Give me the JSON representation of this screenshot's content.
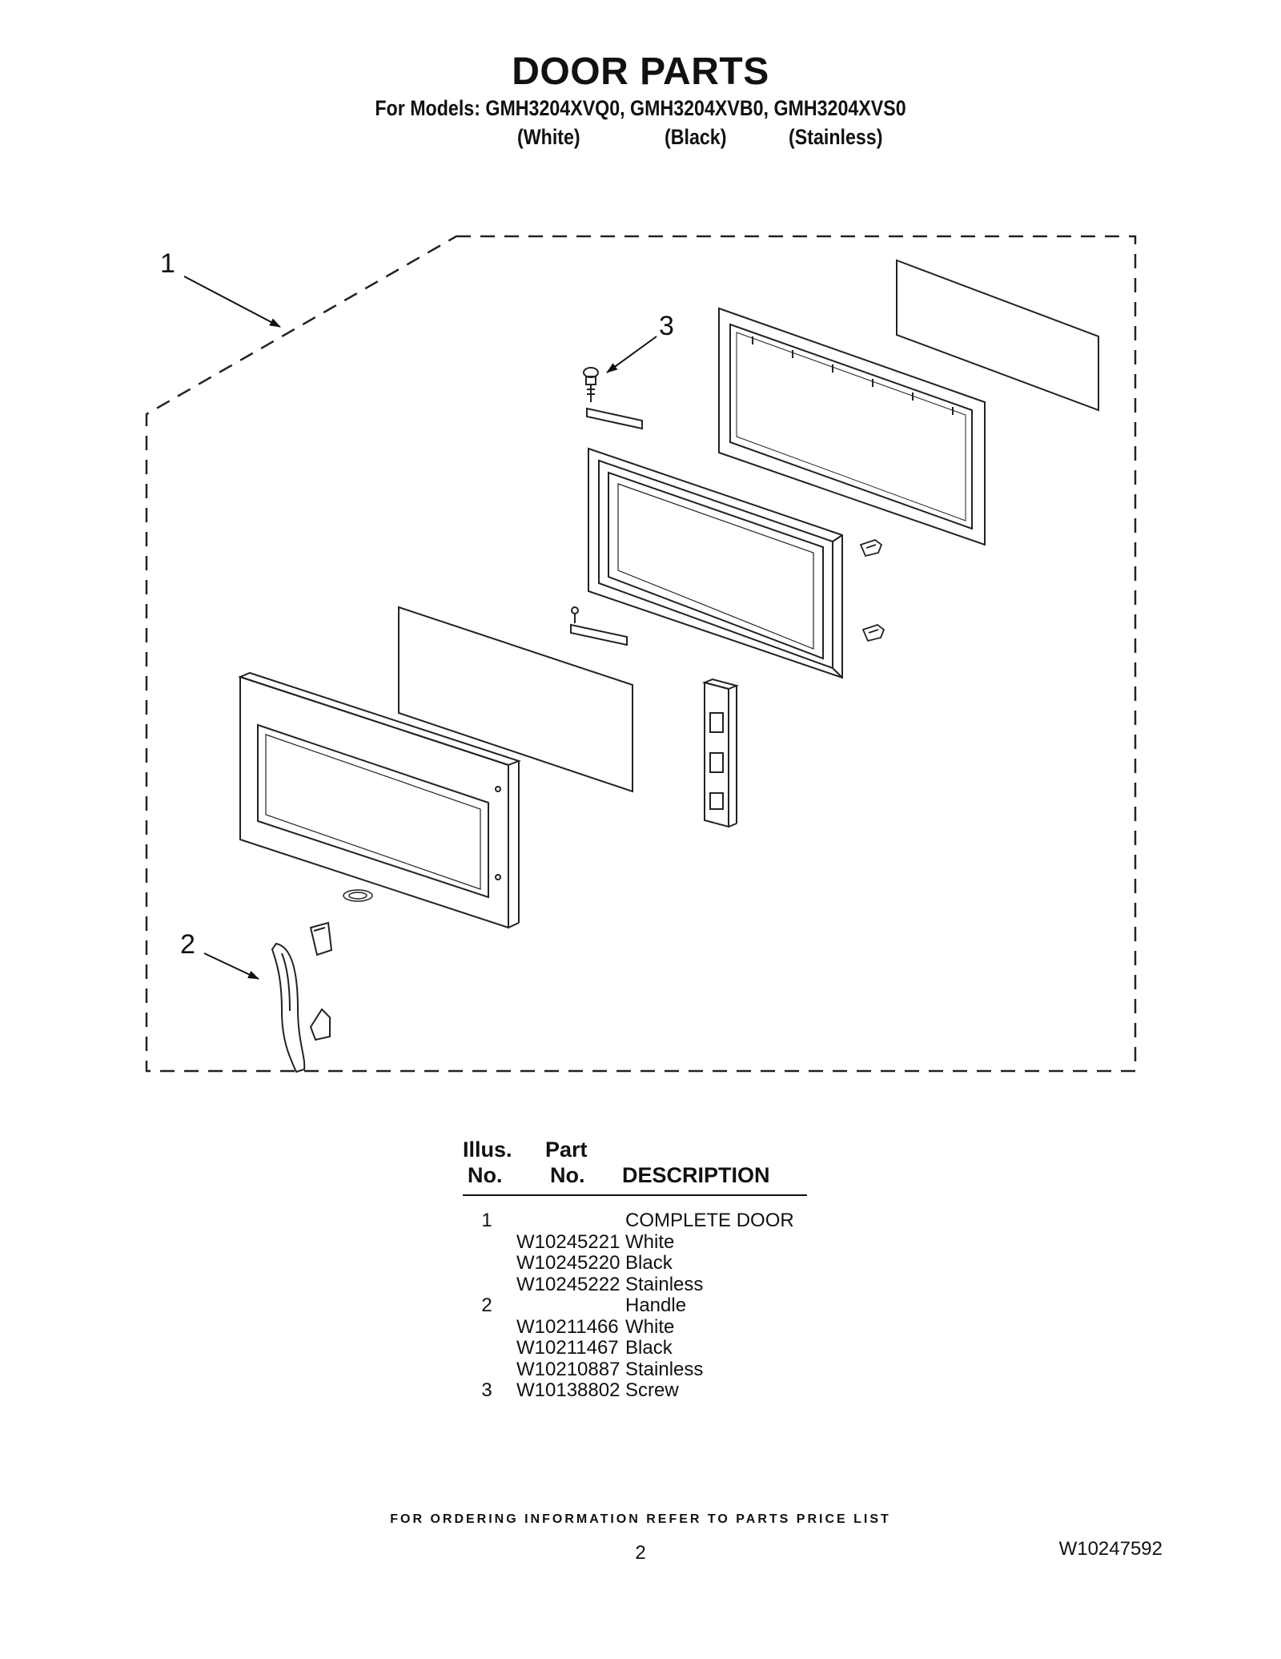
{
  "header": {
    "title": "DOOR PARTS",
    "models_line": "For Models: GMH3204XVQ0, GMH3204XVB0, GMH3204XVS0",
    "colors": [
      "(White)",
      "(Black)",
      "(Stainless)"
    ]
  },
  "diagram": {
    "callouts": [
      "1",
      "2",
      "3"
    ]
  },
  "parts_table": {
    "headers": {
      "illus_top": "Illus.",
      "illus_bottom": "No.",
      "part_top": "Part",
      "part_bottom": "No.",
      "description": "DESCRIPTION"
    },
    "rows": [
      {
        "illus": "1",
        "part": "",
        "description": "COMPLETE DOOR"
      },
      {
        "illus": "",
        "part": "W10245221",
        "description": "White"
      },
      {
        "illus": "",
        "part": "W10245220",
        "description": "Black"
      },
      {
        "illus": "",
        "part": "W10245222",
        "description": "Stainless"
      },
      {
        "illus": "2",
        "part": "",
        "description": "Handle"
      },
      {
        "illus": "",
        "part": "W10211466",
        "description": "White"
      },
      {
        "illus": "",
        "part": "W10211467",
        "description": "Black"
      },
      {
        "illus": "",
        "part": "W10210887",
        "description": "Stainless"
      },
      {
        "illus": "3",
        "part": "W10138802",
        "description": "Screw"
      }
    ]
  },
  "footer": {
    "ordering_note": "FOR ORDERING INFORMATION REFER TO PARTS PRICE LIST",
    "page_number": "2",
    "document_number": "W10247592"
  }
}
